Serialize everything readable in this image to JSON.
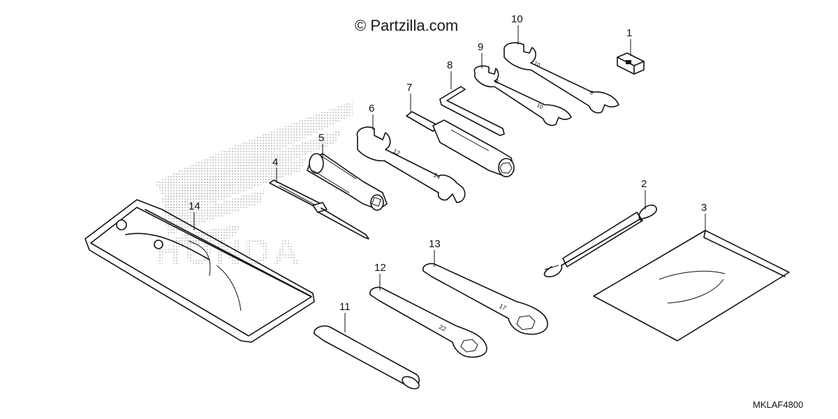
{
  "watermark": {
    "text": "© Partzilla.com"
  },
  "diagram_code": "MKLAF4800",
  "logo_text": "HONDA",
  "callouts": [
    "1",
    "2",
    "3",
    "4",
    "5",
    "6",
    "7",
    "8",
    "9",
    "10",
    "11",
    "12",
    "13",
    "14"
  ],
  "wrench_marks": {
    "w6_open": "12",
    "w6_box": "14",
    "w9_open": "8",
    "w9_box": "10",
    "w10_open": "10",
    "w10_box": "8",
    "w12_box": "22",
    "w13_box": "17"
  }
}
